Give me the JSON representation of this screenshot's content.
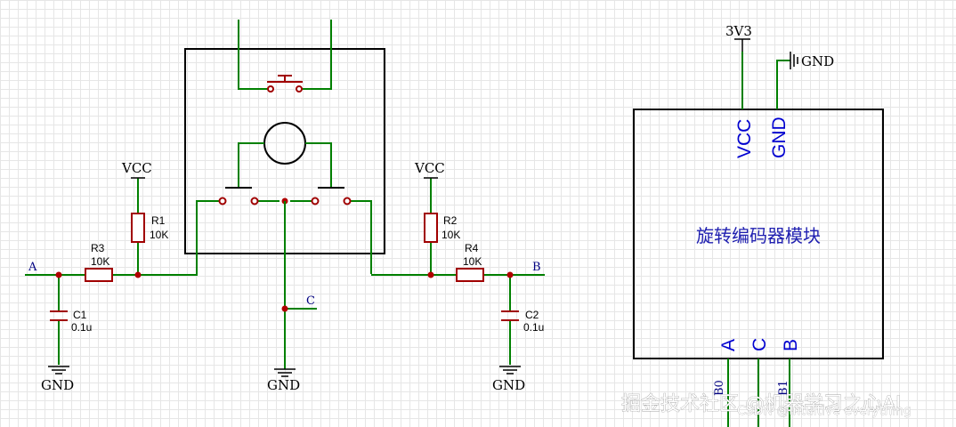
{
  "left_circuit": {
    "vcc_label": "VCC",
    "gnd_label": "GND",
    "r1": {
      "ref": "R1",
      "value": "10K"
    },
    "r2": {
      "ref": "R2",
      "value": "10K"
    },
    "r3": {
      "ref": "R3",
      "value": "10K"
    },
    "r4": {
      "ref": "R4",
      "value": "10K"
    },
    "c1": {
      "ref": "C1",
      "value": "0.1u"
    },
    "c2": {
      "ref": "C2",
      "value": "0.1u"
    },
    "net_a": "A",
    "net_b": "B",
    "net_c": "C"
  },
  "module": {
    "title": "旋转编码器模块",
    "pin_vcc": "VCC",
    "pin_gnd": "GND",
    "pin_a": "A",
    "pin_c": "C",
    "pin_b": "B",
    "supply_label": "3V3",
    "gnd_label": "GND",
    "wire_label_left": "B0",
    "wire_label_right": "B1"
  },
  "watermark": {
    "main": "掘金技术社区 @机器学习之心AI",
    "sub": "CSDN @Intuitive everything"
  },
  "colors": {
    "wire": "#008000",
    "component": "#a00000",
    "junction": "#b00000",
    "pin_text": "#0000d0"
  }
}
